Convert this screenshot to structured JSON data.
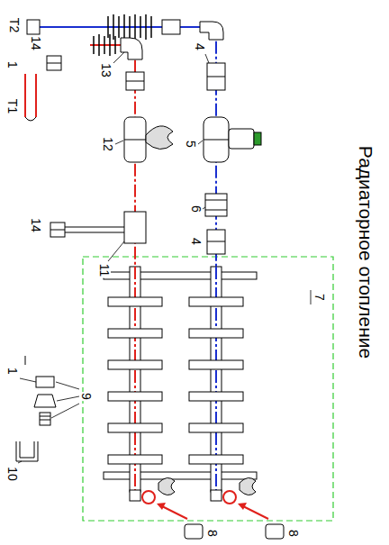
{
  "diagram": {
    "title": "Радиаторное отопление",
    "labels": [
      "T2",
      "14",
      "1",
      "T1",
      "13",
      "4",
      "5",
      "12",
      "6",
      "14",
      "1",
      "11",
      "4",
      "9",
      "10",
      "7",
      "8",
      "8"
    ]
  }
}
